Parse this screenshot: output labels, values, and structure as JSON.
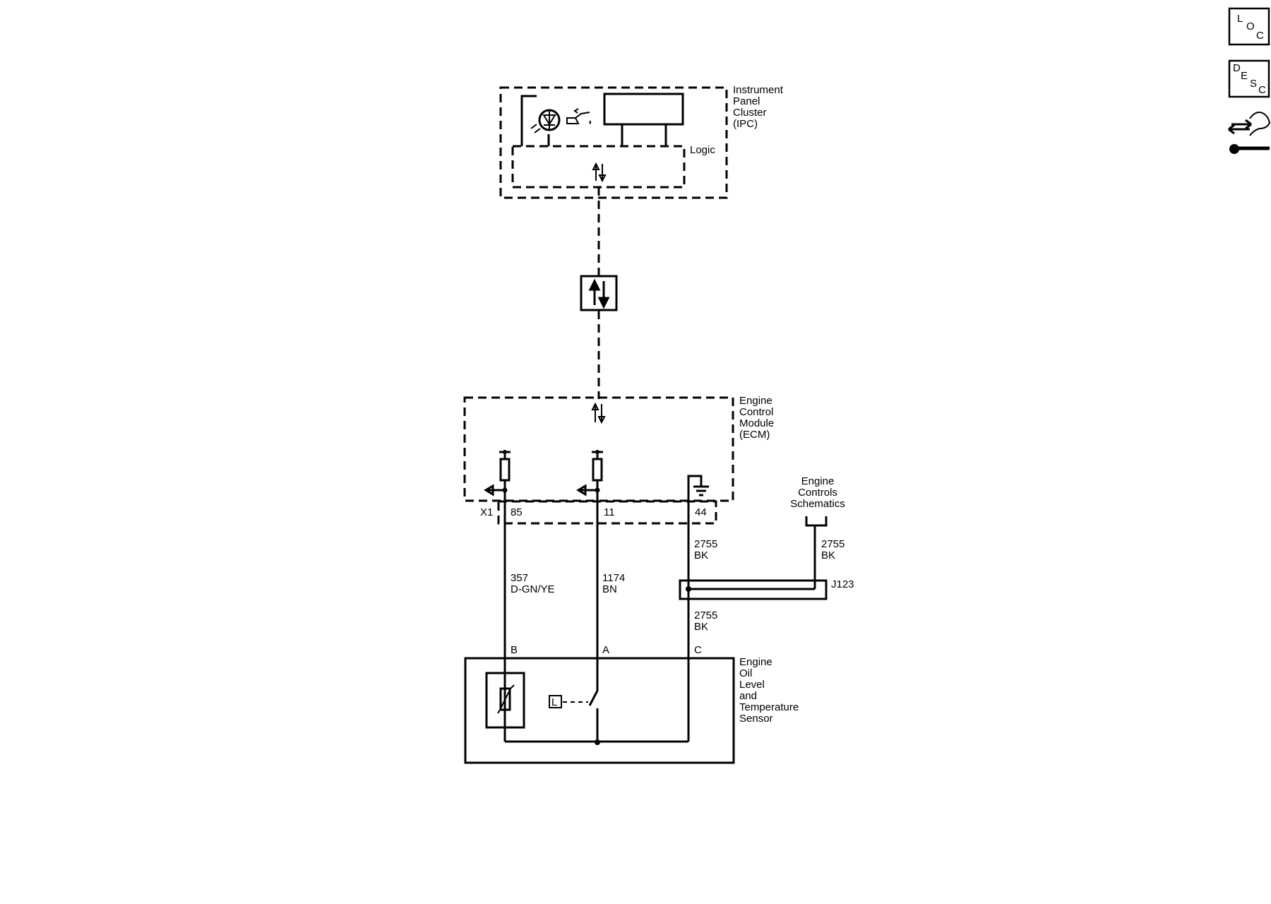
{
  "side_buttons": {
    "loc": {
      "l1": "L",
      "l2": "O",
      "l3": "C"
    },
    "desc": {
      "l1": "D",
      "l2": "E",
      "l3": "S",
      "l4": "C"
    },
    "tool": {
      "icon": "connector-repair-icon"
    }
  },
  "ipc": {
    "name_lines": [
      "Instrument",
      "Panel",
      "Cluster",
      "(IPC)"
    ],
    "logic_label": "Logic",
    "icons": [
      "oil-warning-lamp-icon",
      "oil-can-icon",
      "data-arrows-icon"
    ]
  },
  "serial_data": {
    "icon": "serial-data-arrows-icon"
  },
  "ecm": {
    "name_lines": [
      "Engine",
      "Control",
      "Module",
      "(ECM)"
    ],
    "connector": "X1",
    "pins": [
      "85",
      "11",
      "44"
    ]
  },
  "circuits": {
    "c357": {
      "number": "357",
      "color": "D-GN/YE"
    },
    "c1174": {
      "number": "1174",
      "color": "BN"
    },
    "c2755_top": {
      "number": "2755",
      "color": "BK"
    },
    "c2755_right": {
      "number": "2755",
      "color": "BK"
    },
    "c2755_bottom": {
      "number": "2755",
      "color": "BK"
    }
  },
  "splice": {
    "id": "J123"
  },
  "schematic_ref": {
    "lines": [
      "Engine",
      "Controls",
      "Schematics"
    ]
  },
  "sensor": {
    "name_lines": [
      "Engine",
      "Oil",
      "Level",
      "and",
      "Temperature",
      "Sensor"
    ],
    "pins": [
      "B",
      "A",
      "C"
    ],
    "level_switch_label": "L"
  }
}
